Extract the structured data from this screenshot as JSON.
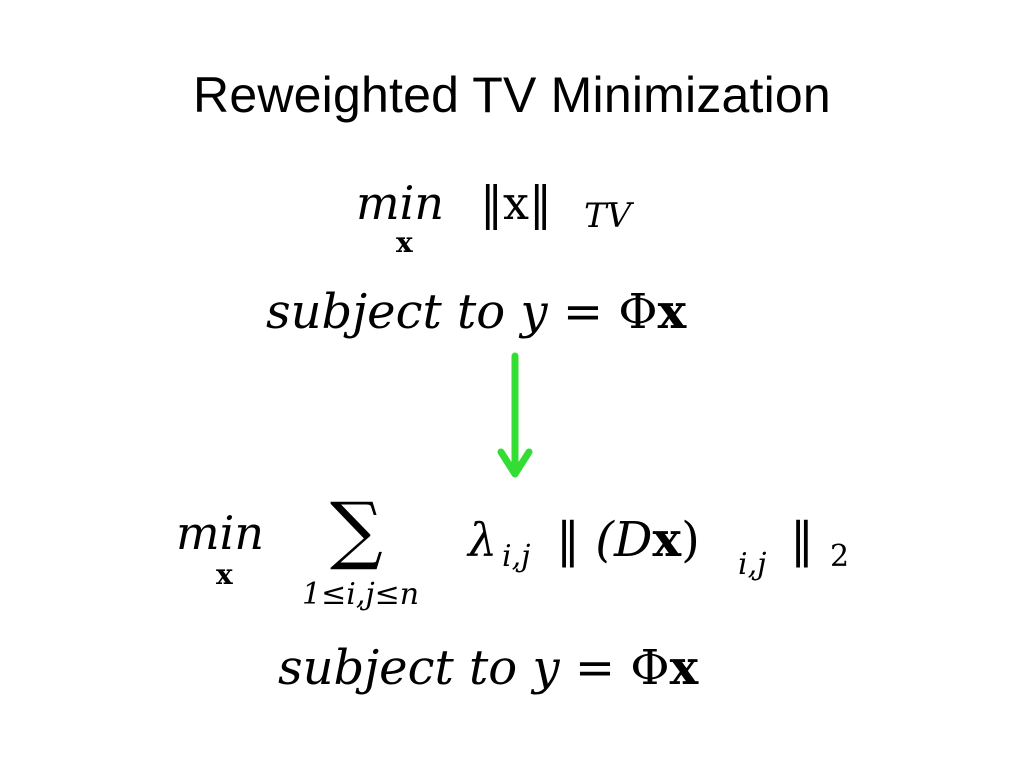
{
  "slide": {
    "title": "Reweighted TV Minimization"
  },
  "equation1": {
    "min": "min",
    "min_sub": "x",
    "norm": "‖x‖",
    "norm_sub": "TV",
    "constraint_italic": "subject to y",
    "constraint_rest": " = Φ",
    "constraint_x": "x"
  },
  "equation2": {
    "min": "min",
    "min_sub": "x",
    "sum_symbol": "∑",
    "sum_sub": "1≤i,j≤n",
    "lambda": "λ",
    "lambda_sub": "i,j",
    "norm_open": "‖ (D",
    "norm_x": "x",
    "norm_paren": ")",
    "term_sub": "i,j",
    "norm_close": "‖",
    "norm_order": "2",
    "constraint_italic": "subject to y",
    "constraint_rest": " = Φ",
    "constraint_x": "x"
  },
  "colors": {
    "arrow": "#33dd33",
    "text": "#000000",
    "background": "#ffffff"
  },
  "icons": {
    "arrow": "down-arrow-icon"
  }
}
